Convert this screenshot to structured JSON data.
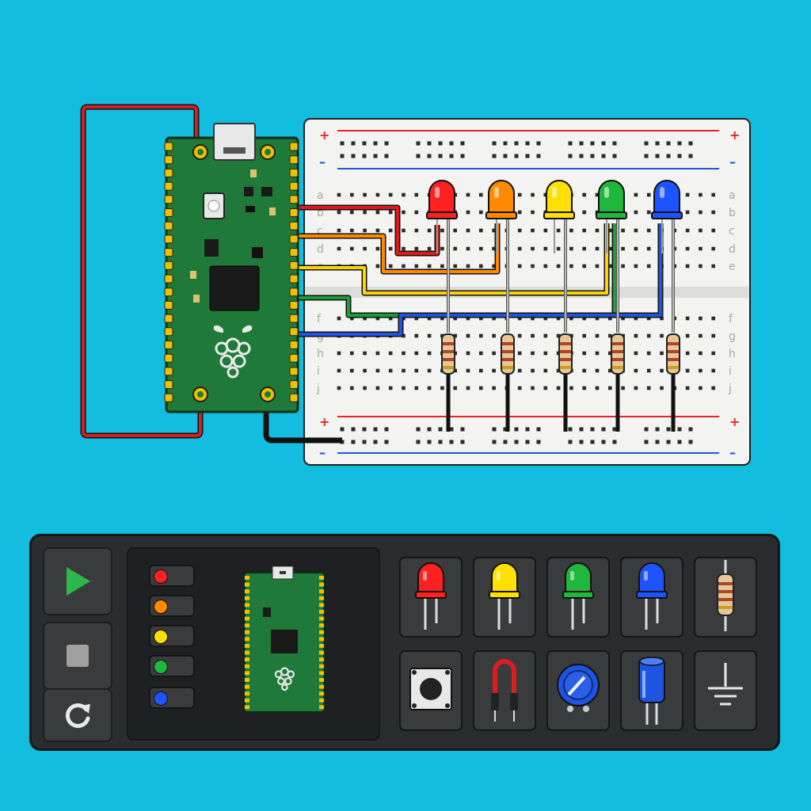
{
  "breadboard": {
    "row_labels_top": [
      "a",
      "b",
      "c",
      "d",
      "e"
    ],
    "row_labels_bottom": [
      "f",
      "g",
      "h",
      "i",
      "j"
    ],
    "rail_plus": "+",
    "rail_minus": "–"
  },
  "leds": [
    {
      "name": "red",
      "color": "#ff2020"
    },
    {
      "name": "orange",
      "color": "#ff8a00"
    },
    {
      "name": "yellow",
      "color": "#ffe000"
    },
    {
      "name": "green",
      "color": "#1fb83c"
    },
    {
      "name": "blue",
      "color": "#1e54ff"
    }
  ],
  "wires": {
    "power": "#d81e1e",
    "ground": "#111111",
    "signals": [
      "#e01818",
      "#ff8a00",
      "#ffd400",
      "#18a038",
      "#1e54e0"
    ]
  },
  "controls": [
    {
      "id": "run",
      "icon": "play-icon",
      "color": "#2db84a"
    },
    {
      "id": "stop",
      "icon": "stop-icon",
      "color": "#a0a0a0"
    },
    {
      "id": "reset",
      "icon": "reload-icon",
      "color": "#e8e8e8"
    }
  ],
  "monitor_indicators": [
    "#ff2020",
    "#ff8a00",
    "#ffe000",
    "#1fb83c",
    "#1e54ff"
  ],
  "palette": [
    {
      "id": "red-led",
      "icon": "red-led-icon",
      "color": "#ff2020"
    },
    {
      "id": "yellow-led",
      "icon": "yellow-led-icon",
      "color": "#ffe000"
    },
    {
      "id": "green-led",
      "icon": "green-led-icon",
      "color": "#1fb83c"
    },
    {
      "id": "blue-led",
      "icon": "blue-led-icon",
      "color": "#1e54ff"
    },
    {
      "id": "resistor",
      "icon": "resistor-icon",
      "color": "#e6c79a"
    },
    {
      "id": "push-button",
      "icon": "push-button-icon",
      "color": "#e8e8e8"
    },
    {
      "id": "jumper-wire",
      "icon": "jumper-wire-icon",
      "color": "#d81e1e"
    },
    {
      "id": "potentiometer",
      "icon": "potentiometer-icon",
      "color": "#1e54e0"
    },
    {
      "id": "capacitor",
      "icon": "capacitor-icon",
      "color": "#1e54e0"
    },
    {
      "id": "ground",
      "icon": "ground-symbol-icon",
      "color": "#e8e8e8"
    }
  ]
}
